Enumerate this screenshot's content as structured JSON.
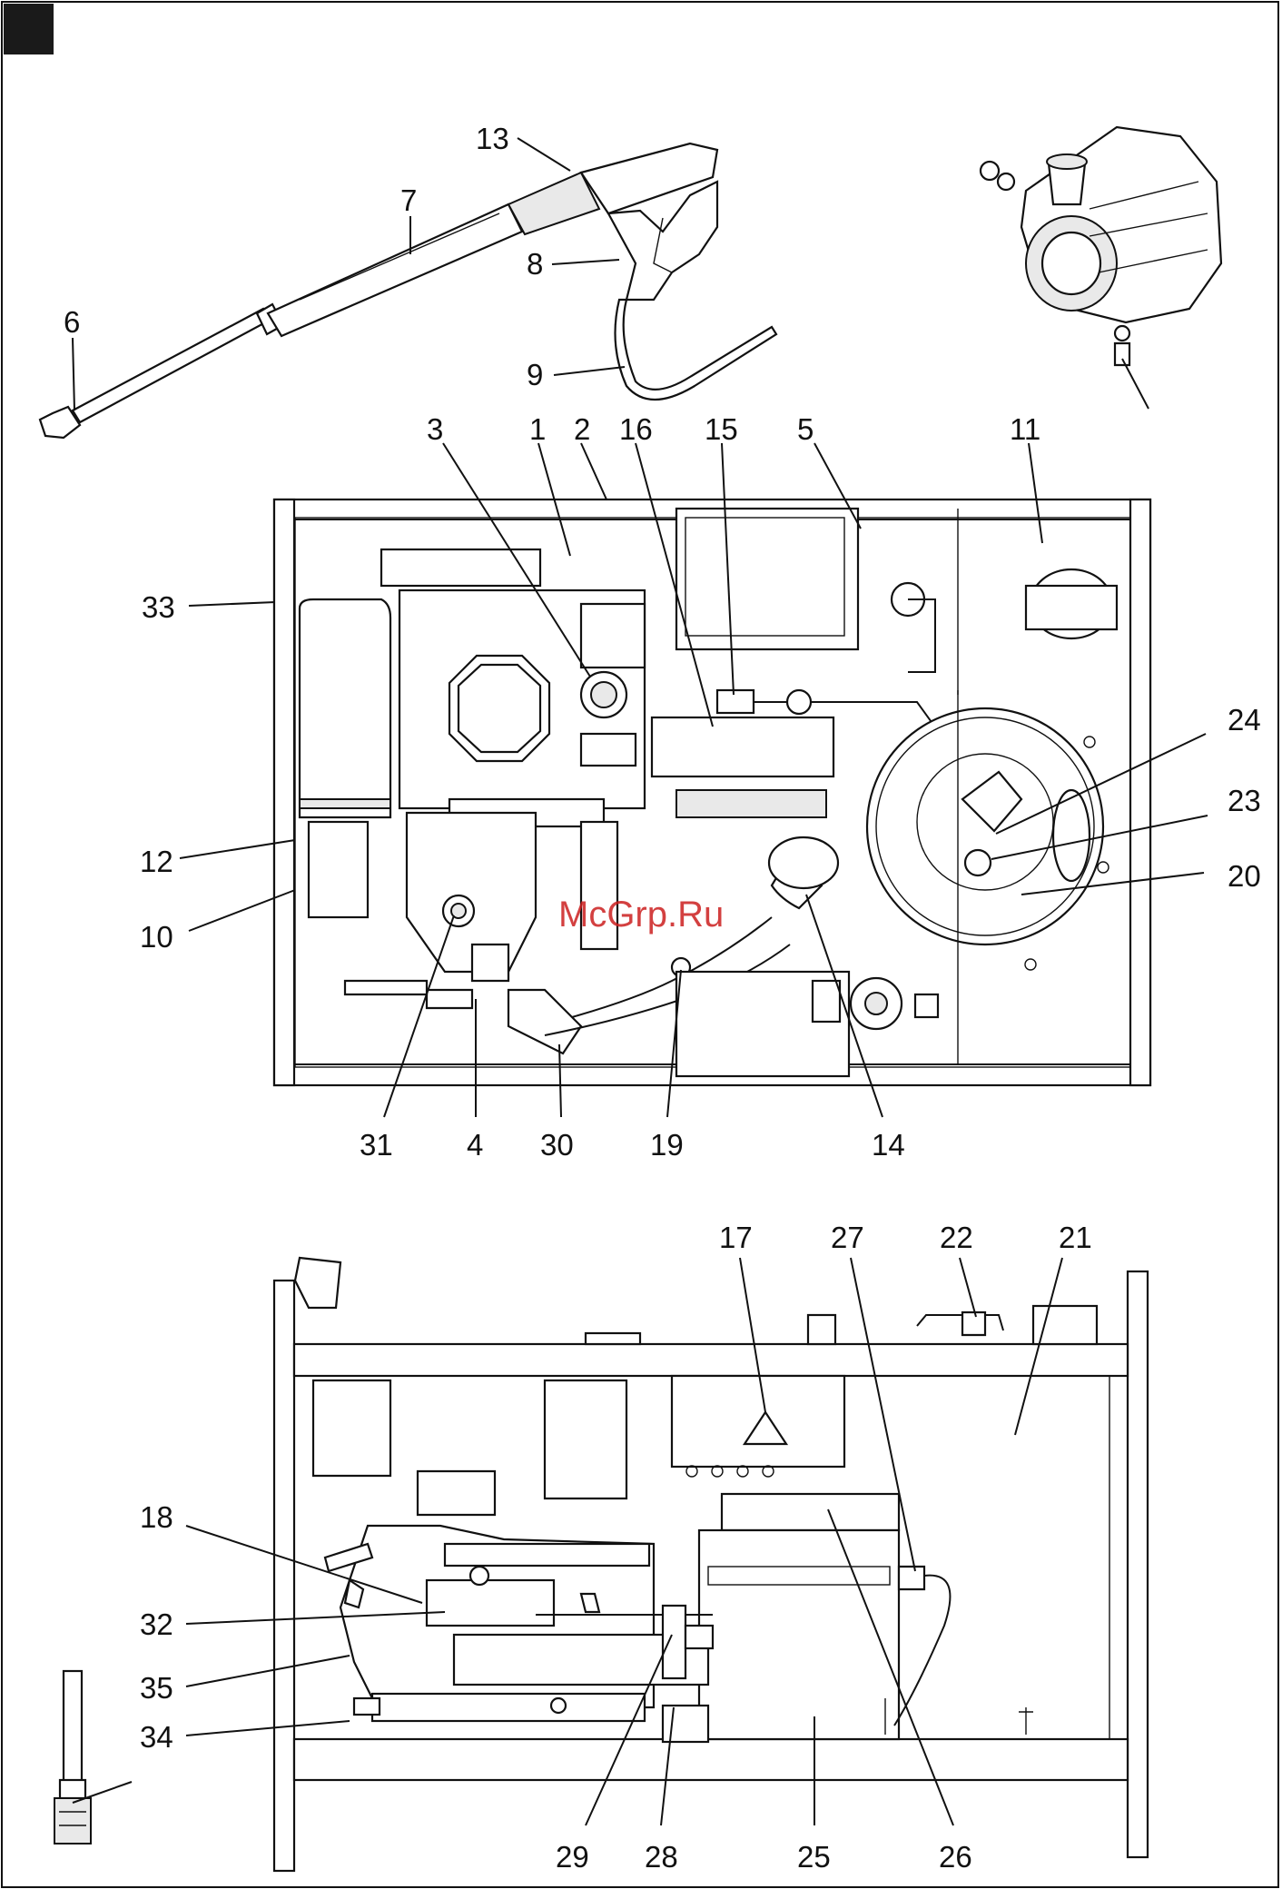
{
  "page": {
    "corner_marker_color": "#1a1a1a",
    "watermark": "McGrp.Ru",
    "watermark_color": "#cc1f1f"
  },
  "callouts": {
    "gun": [
      "13",
      "7",
      "8",
      "6",
      "9"
    ],
    "top_view": [
      "3",
      "1",
      "2",
      "16",
      "15",
      "5",
      "11",
      "33",
      "24",
      "23",
      "20",
      "12",
      "10",
      "31",
      "4",
      "30",
      "19",
      "14"
    ],
    "side_view": [
      "17",
      "27",
      "22",
      "21",
      "18",
      "32",
      "35",
      "34",
      "29",
      "28",
      "25",
      "26"
    ]
  }
}
